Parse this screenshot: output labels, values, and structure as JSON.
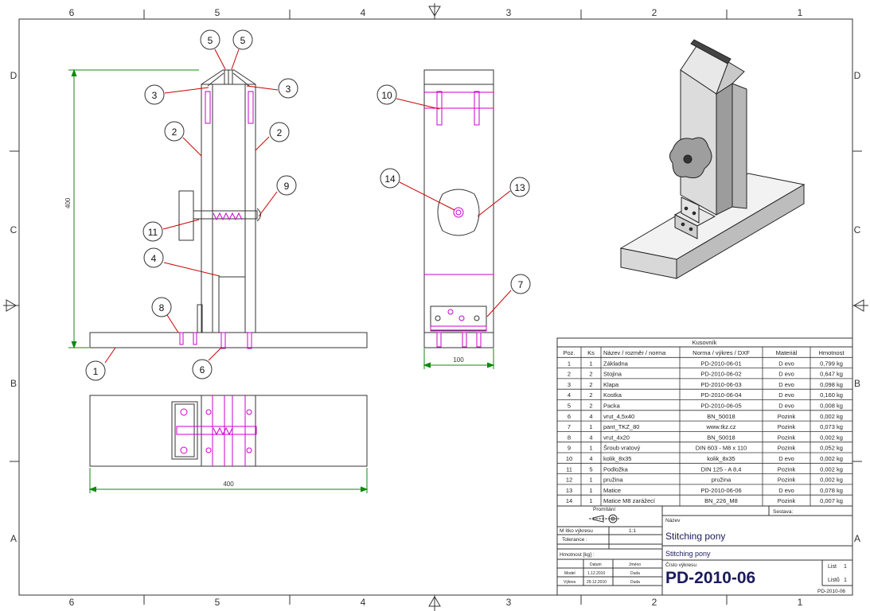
{
  "frame": {
    "columns": [
      "6",
      "5",
      "4",
      "3",
      "2",
      "1"
    ],
    "rows": [
      "D",
      "C",
      "B",
      "A"
    ]
  },
  "dimensions": {
    "front_height": "400",
    "top_width": "400",
    "side_width": "100"
  },
  "balloons": {
    "front": [
      "5",
      "5",
      "3",
      "3",
      "2",
      "2",
      "9",
      "11",
      "4",
      "8",
      "1",
      "6"
    ],
    "side": [
      "10",
      "14",
      "13",
      "7"
    ]
  },
  "bom": {
    "title": "Kusovník",
    "headers": [
      "Poz.",
      "Ks",
      "Název / rozměr / norma",
      "Norma / výkres / DXF",
      "Materiál",
      "Hmotnost"
    ],
    "rows": [
      [
        "1",
        "1",
        "Základna",
        "PD-2010-06-01",
        "D evo",
        "0,799 kg"
      ],
      [
        "2",
        "2",
        "Stojina",
        "PD-2010-06-02",
        "D evo",
        "0,647 kg"
      ],
      [
        "3",
        "2",
        "Klapa",
        "PD-2010-06-03",
        "D evo",
        "0,098 kg"
      ],
      [
        "4",
        "2",
        "Kostka",
        "PD-2010-06-04",
        "D evo",
        "0,160 kg"
      ],
      [
        "5",
        "2",
        "Packa",
        "PD-2010-06-05",
        "D evo",
        "0,008 kg"
      ],
      [
        "6",
        "4",
        "vrut_4,5x40",
        "BN_50018",
        "Pozink",
        "0,002 kg"
      ],
      [
        "7",
        "1",
        "pant_TKZ_80",
        "www.tkz.cz",
        "Pozink",
        "0,073 kg"
      ],
      [
        "8",
        "4",
        "vrut_4x20",
        "BN_50018",
        "Pozink",
        "0,002 kg"
      ],
      [
        "9",
        "1",
        "Šroub vratový",
        "DIN 603 - M8 x 110",
        "Pozink",
        "0,052 kg"
      ],
      [
        "10",
        "4",
        "kolik_8x35",
        "kolik_8x35",
        "D evo",
        "0,002 kg"
      ],
      [
        "11",
        "5",
        "Podložka",
        "DIN 125 - A 8,4",
        "Pozink",
        "0,002 kg"
      ],
      [
        "12",
        "1",
        "pružina",
        "pružina",
        "Pozink",
        "0,002 kg"
      ],
      [
        "13",
        "1",
        "Matice",
        "PD-2010-06-06",
        "D evo",
        "0,078 kg"
      ],
      [
        "14",
        "1",
        "Matice M8 zarážecí",
        "BN_226_M8",
        "Pozink",
        "0,007 kg"
      ]
    ]
  },
  "title_block": {
    "promitani": "Promítání",
    "sestava": "Sestava:",
    "nazev_label": "Název",
    "meritko_label": "M ítko výkresu",
    "meritko_value": "1:1",
    "tolerance_label": "Tolerance :",
    "hmotnost_label": "Hmotnost [kg] :",
    "title": "Stitching pony",
    "subtitle": "Stitching pony",
    "cislo_label": "Číslo výkresu",
    "drawing_number": "PD-2010-06",
    "list_label": "List",
    "list_value": "1",
    "listu_label": "Listů",
    "listu_value": "1",
    "bottom_code": "PD-2010-06",
    "datum_label": "Datum",
    "jmeno_label": "Jméno",
    "model_label": "Model",
    "model_date": "1.12.2010",
    "model_name": "Duda",
    "vykres_label": "Výkres",
    "vykres_date": "29.12.2010",
    "vykres_name": "Duda"
  },
  "colors": {
    "line": "#333333",
    "hidden": "#cc00cc",
    "leader": "#cc0000",
    "dimension": "#118811",
    "title": "#1a1a5e"
  }
}
